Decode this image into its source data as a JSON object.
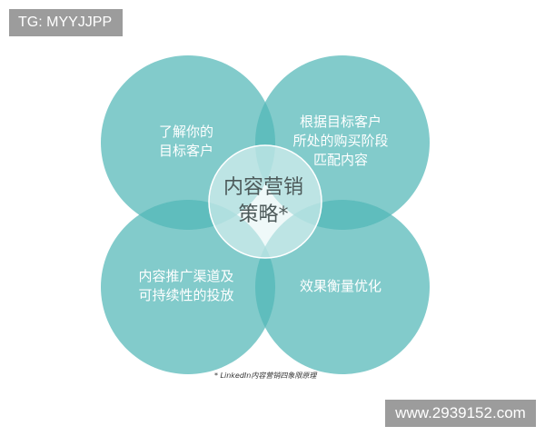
{
  "watermarks": {
    "top_left": "TG: MYYJJPP",
    "bottom_right": "www.2939152.com"
  },
  "diagram": {
    "center": "内容营销\n策略*",
    "quadrants": [
      {
        "label": "了解你的\n目标客户"
      },
      {
        "label": "根据目标客户\n所处的购买阶段\n匹配内容"
      },
      {
        "label": "内容推广渠道及\n可持续性的投放"
      },
      {
        "label": "效果衡量优化"
      }
    ],
    "footnote": "* LinkedIn内容营销四象限原理",
    "colors": {
      "circle": "#7ccaca",
      "overlap": "#4aa9a9",
      "center": "#d6efef"
    }
  }
}
